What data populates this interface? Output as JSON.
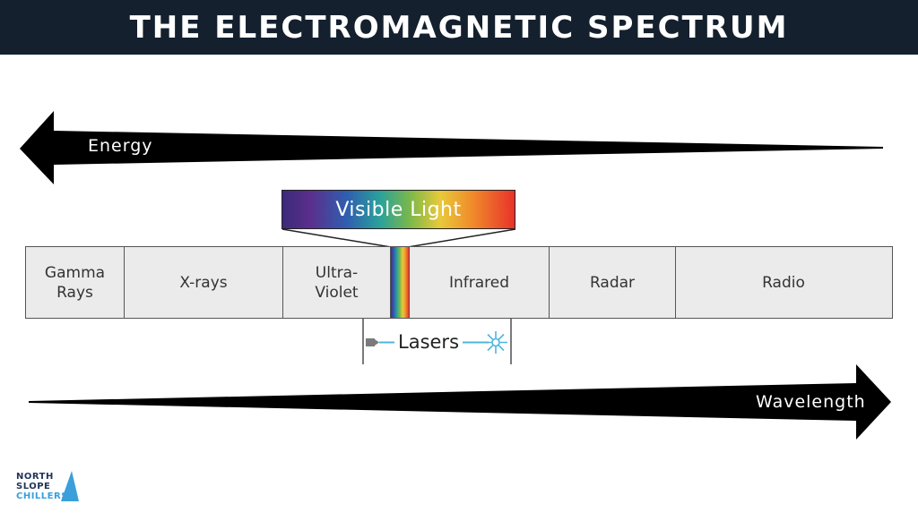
{
  "title": "THE ELECTROMAGNETIC SPECTRUM",
  "energy_arrow": {
    "label": "Energy",
    "direction": "left"
  },
  "wavelength_arrow": {
    "label": "Wavelength",
    "direction": "right"
  },
  "visible_light": {
    "label": "Visible Light"
  },
  "bands": [
    {
      "line1": "Gamma",
      "line2": "Rays"
    },
    {
      "line1": "X-rays",
      "line2": ""
    },
    {
      "line1": "Ultra-",
      "line2": "Violet"
    },
    {
      "line1": "",
      "line2": ""
    },
    {
      "line1": "Infrared",
      "line2": ""
    },
    {
      "line1": "Radar",
      "line2": ""
    },
    {
      "line1": "Radio",
      "line2": ""
    }
  ],
  "lasers": {
    "label": "Lasers"
  },
  "logo": {
    "line1": "NORTH",
    "line2": "SLOPE",
    "line3": "CHILLERS"
  },
  "colors": {
    "title_bar": "#14202e",
    "band_fill": "#ebebeb",
    "laser_beam": "#4fb6e0",
    "logo_dark": "#1f3556",
    "logo_blue": "#3a9fdb"
  }
}
